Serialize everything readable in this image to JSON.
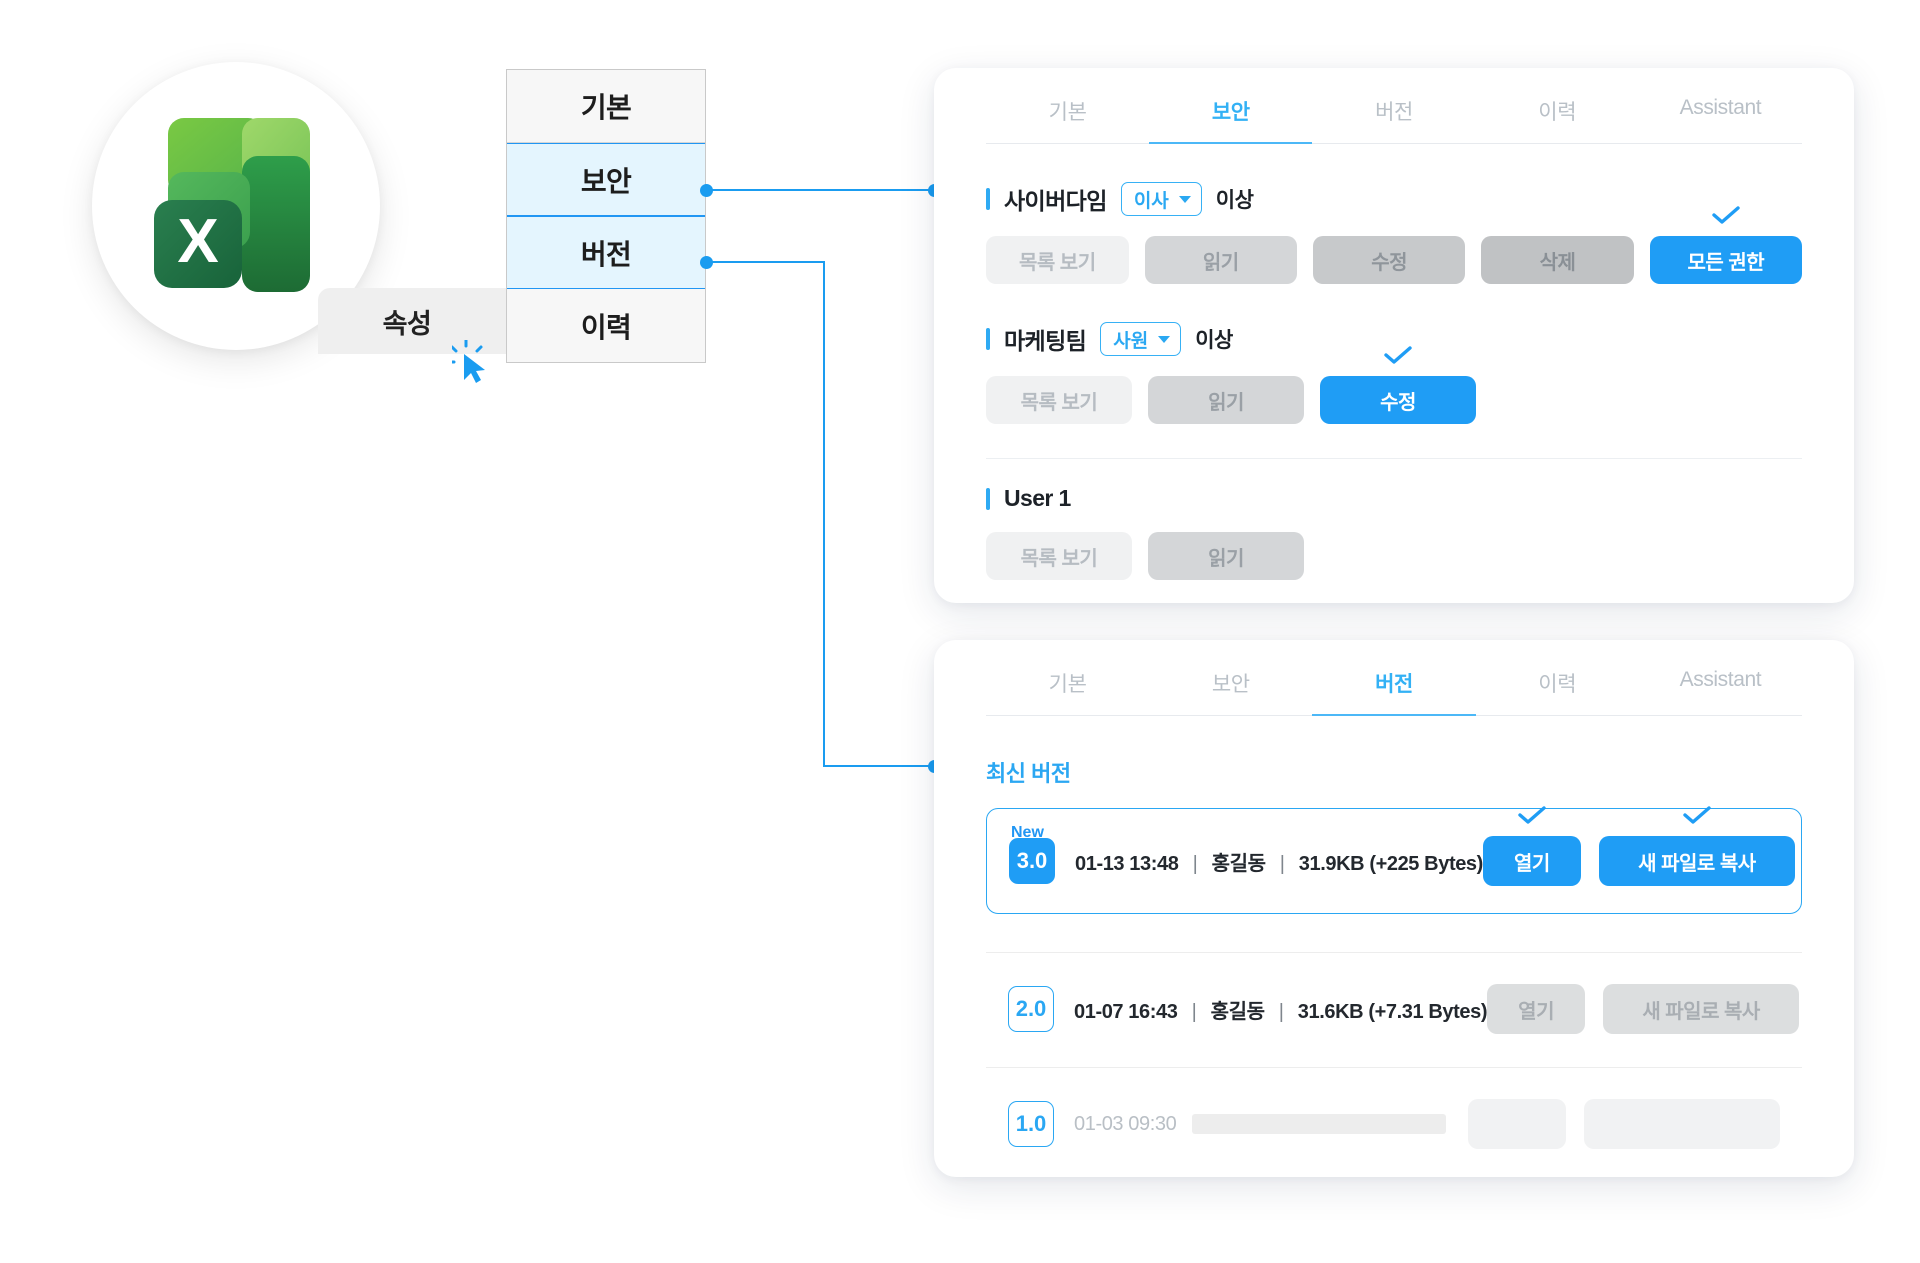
{
  "left_panel": {
    "app_icon_name": "microsoft-excel-icon",
    "properties_label": "속성",
    "cursor_name": "click-cursor",
    "menu": [
      {
        "label": "기본",
        "selected": false
      },
      {
        "label": "보안",
        "selected": true
      },
      {
        "label": "버전",
        "selected": true
      },
      {
        "label": "이력",
        "selected": false
      }
    ]
  },
  "security_card": {
    "tabs": [
      {
        "label": "기본",
        "active": false
      },
      {
        "label": "보안",
        "active": true
      },
      {
        "label": "버전",
        "active": false
      },
      {
        "label": "이력",
        "active": false
      },
      {
        "label": "Assistant",
        "active": false
      }
    ],
    "groups": [
      {
        "name": "사이버다임",
        "role": "이사",
        "suffix": "이상",
        "has_role_select": true,
        "permissions": [
          {
            "label": "목록 보기",
            "level": 1,
            "selected": false,
            "checked": false
          },
          {
            "label": "읽기",
            "level": 2,
            "selected": false,
            "checked": false
          },
          {
            "label": "수정",
            "level": 3,
            "selected": false,
            "checked": false
          },
          {
            "label": "삭제",
            "level": 4,
            "selected": false,
            "checked": false
          },
          {
            "label": "모든 권한",
            "level": 0,
            "selected": true,
            "checked": true
          }
        ]
      },
      {
        "name": "마케팅팀",
        "role": "사원",
        "suffix": "이상",
        "has_role_select": true,
        "permissions": [
          {
            "label": "목록 보기",
            "level": 1,
            "selected": false,
            "checked": false
          },
          {
            "label": "읽기",
            "level": 2,
            "selected": false,
            "checked": false
          },
          {
            "label": "수정",
            "level": 0,
            "selected": true,
            "checked": true
          }
        ]
      },
      {
        "name": "User 1",
        "role": "",
        "suffix": "",
        "has_role_select": false,
        "permissions": [
          {
            "label": "목록 보기",
            "level": 1,
            "selected": false,
            "checked": false
          },
          {
            "label": "읽기",
            "level": 2,
            "selected": false,
            "checked": false
          }
        ]
      }
    ]
  },
  "version_card": {
    "tabs": [
      {
        "label": "기본",
        "active": false
      },
      {
        "label": "보안",
        "active": false
      },
      {
        "label": "버전",
        "active": true
      },
      {
        "label": "이력",
        "active": false
      },
      {
        "label": "Assistant",
        "active": false
      }
    ],
    "latest_label": "최신 버전",
    "new_badge": "New",
    "rows": [
      {
        "version": "3.0",
        "datetime": "01-13 13:48",
        "author": "홍길동",
        "size": "31.9KB (+225 Bytes)",
        "is_new": true,
        "highlighted": true,
        "masked": false,
        "open_label": "열기",
        "copy_label": "새 파일로 복사",
        "actions_enabled": true,
        "actions_checked": true
      },
      {
        "version": "2.0",
        "datetime": "01-07 16:43",
        "author": "홍길동",
        "size": "31.6KB (+7.31 Bytes)",
        "is_new": false,
        "highlighted": false,
        "masked": false,
        "open_label": "열기",
        "copy_label": "새 파일로 복사",
        "actions_enabled": false,
        "actions_checked": false
      },
      {
        "version": "1.0",
        "datetime": "01-03 09:30",
        "author": "",
        "size": "",
        "is_new": false,
        "highlighted": false,
        "masked": true,
        "open_label": "",
        "copy_label": "",
        "actions_enabled": false,
        "actions_checked": false
      }
    ]
  },
  "colors": {
    "accent": "#1f9df5",
    "accent_light": "#33b1f5",
    "menu_selected_bg": "#e4f5fe",
    "excel_green": "#1e7145"
  }
}
